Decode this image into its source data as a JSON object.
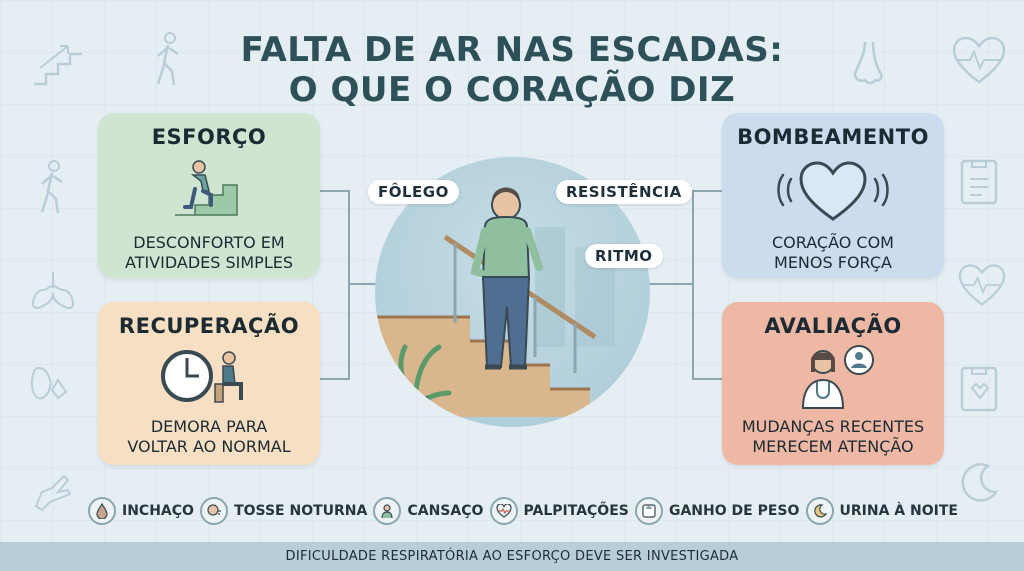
{
  "title": {
    "line1": "FALTA DE AR NAS ESCADAS:",
    "line2": "O QUE O CORAÇÃO DIZ"
  },
  "cards": {
    "esforco": {
      "title": "ESFORÇO",
      "desc1": "DESCONFORTO EM",
      "desc2": "ATIVIDADES SIMPLES",
      "icon": "person-climbing-stairs-icon",
      "color": "#cfe5d1"
    },
    "recuperacao": {
      "title": "RECUPERAÇÃO",
      "desc1": "DEMORA PARA",
      "desc2": "VOLTAR AO NORMAL",
      "icon": "clock-resting-person-icon",
      "color": "#f6dfc2"
    },
    "bombeamento": {
      "title": "BOMBEAMENTO",
      "desc1": "CORAÇÃO COM",
      "desc2": "MENOS FORÇA",
      "icon": "heart-pulse-icon",
      "color": "#cbdcee"
    },
    "avaliacao": {
      "title": "AVALIAÇÃO",
      "desc1": "MUDANÇAS RECENTES",
      "desc2": "MERECEM ATENÇÃO",
      "icon": "doctor-consult-icon",
      "color": "#eeb8a4"
    }
  },
  "bubbles": {
    "folego": "FÔLEGO",
    "resistencia": "RESISTÊNCIA",
    "ritmo": "RITMO"
  },
  "symptoms": [
    {
      "label": "INCHAÇO",
      "icon": "droplet-icon"
    },
    {
      "label": "TOSSE NOTURNA",
      "icon": "cough-icon"
    },
    {
      "label": "CANSAÇO",
      "icon": "tired-person-icon"
    },
    {
      "label": "PALPITAÇÕES",
      "icon": "heartbeat-icon"
    },
    {
      "label": "GANHO DE PESO",
      "icon": "scale-icon"
    },
    {
      "label": "URINA À NOITE",
      "icon": "moon-icon"
    }
  ],
  "footer": "DIFICULDADE RESPIRATÓRIA AO ESFORÇO DEVE SER INVESTIGADA"
}
